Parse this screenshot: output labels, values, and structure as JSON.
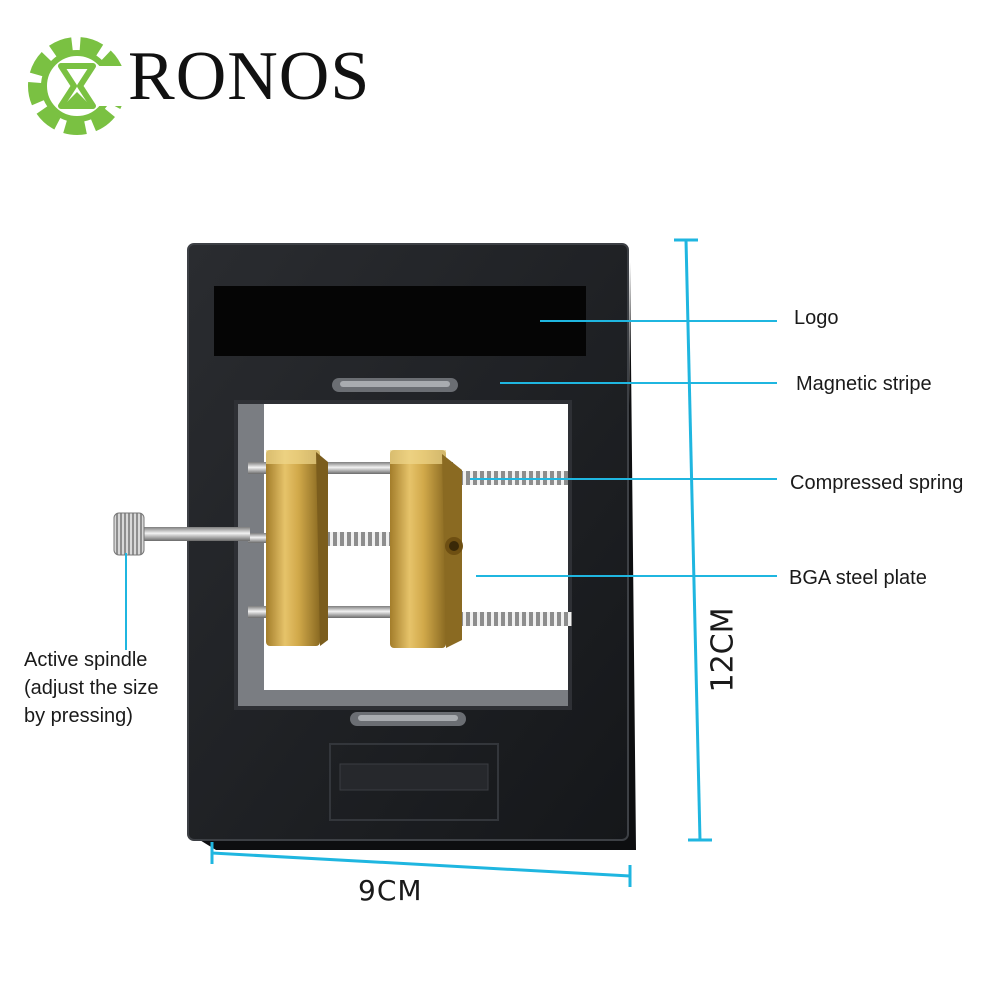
{
  "brand": {
    "name": "RONOS",
    "logo_icon": "gear-hourglass-icon",
    "accent": "#7ac142"
  },
  "callouts": [
    {
      "id": "logo",
      "label": "Logo"
    },
    {
      "id": "magnetic-stripe",
      "label": "Magnetic stripe"
    },
    {
      "id": "compressed-spring",
      "label": "Compressed spring"
    },
    {
      "id": "bga-steel-plate",
      "label": "BGA steel plate"
    }
  ],
  "spindle_label": [
    "Active spindle",
    "(adjust the size",
    "by pressing)"
  ],
  "dimensions": {
    "width": "9CM",
    "height": "12CM"
  },
  "line_color": "#1fb6e0"
}
